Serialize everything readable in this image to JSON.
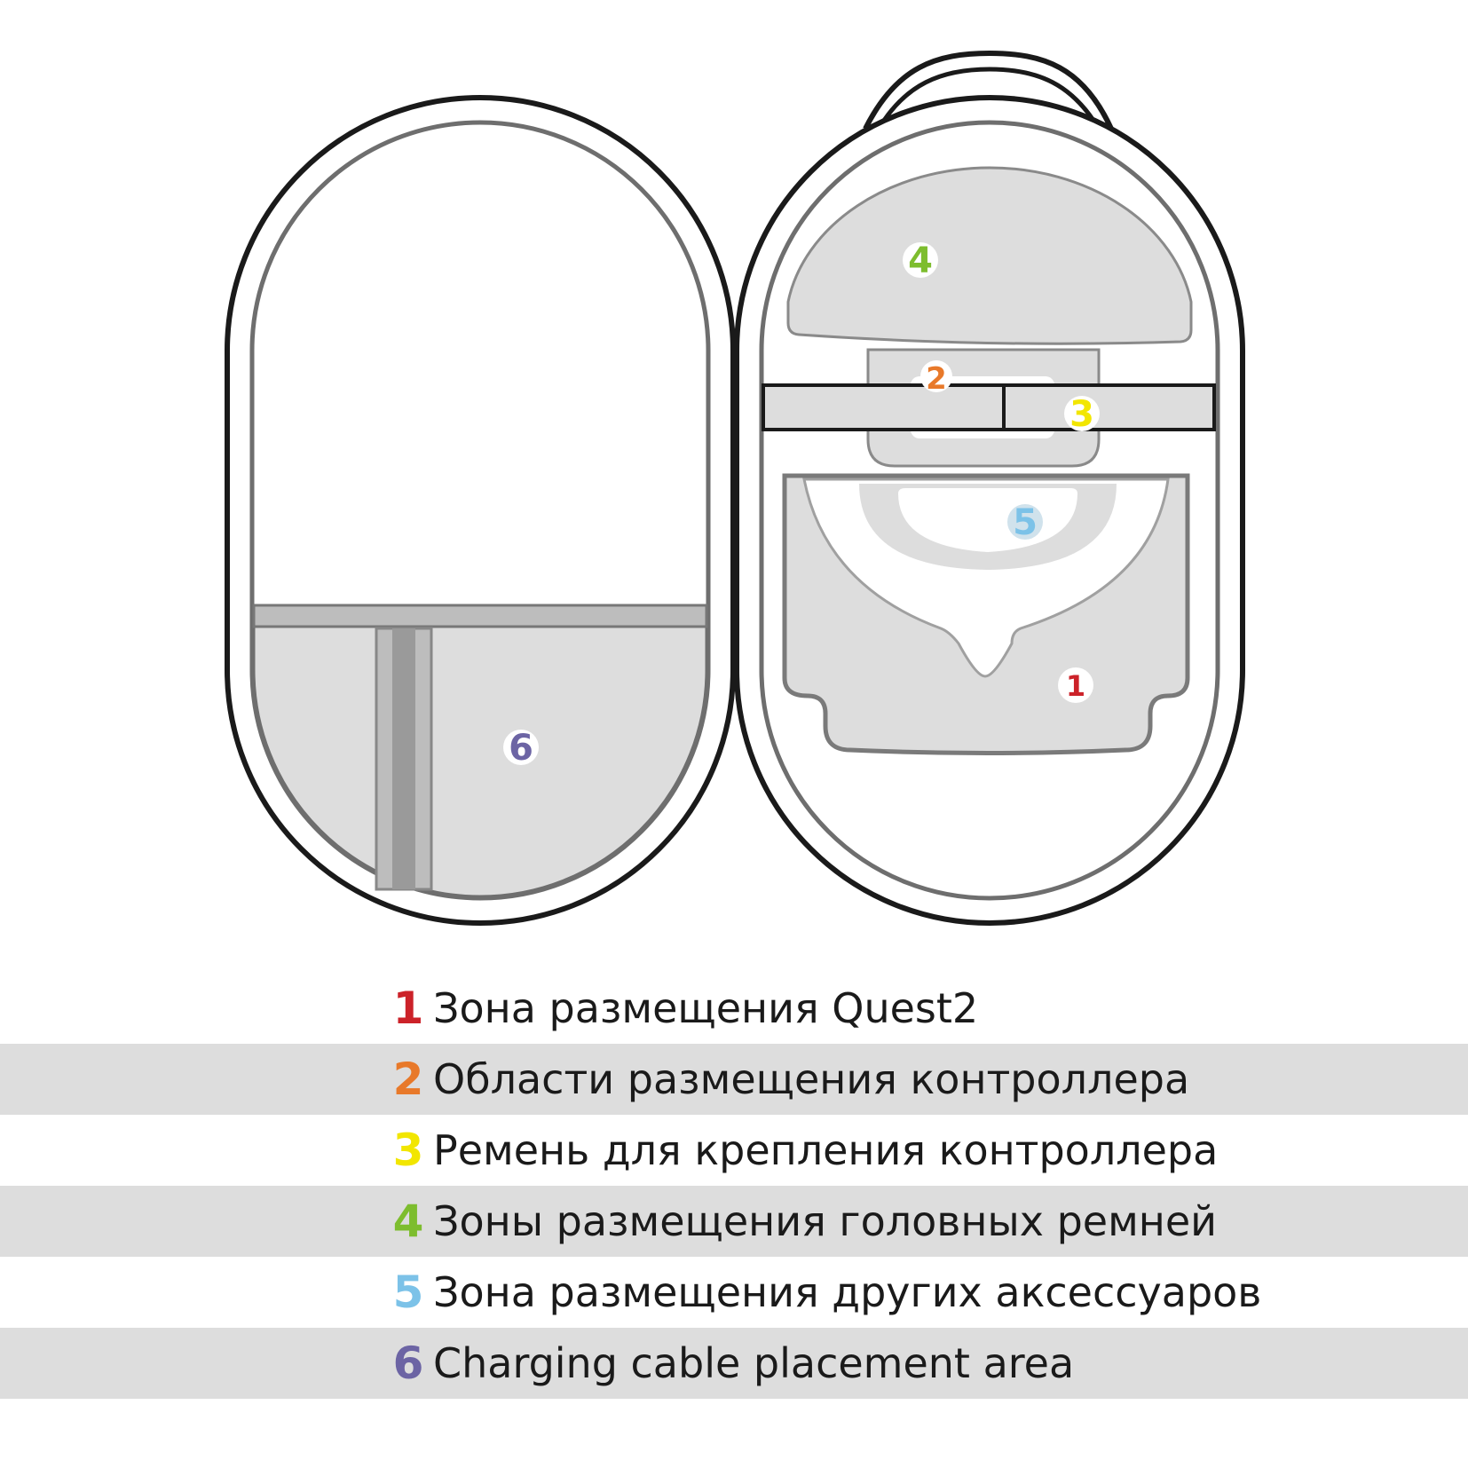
{
  "colors": {
    "outline": "#1a1a1a",
    "inner_outline": "#6e6e6e",
    "panel_fill": "#dddddd",
    "band_fill": "#bdbdbd",
    "dark_band": "#9a9a9a",
    "row_shade": "#dddddd"
  },
  "legend": [
    {
      "num": "1",
      "color": "#cc2229",
      "text": "Зона размещения Quest2"
    },
    {
      "num": "2",
      "color": "#e8792a",
      "text": "Области размещения контроллера"
    },
    {
      "num": "3",
      "color": "#f2e600",
      "text": "Ремень для крепления контроллера"
    },
    {
      "num": "4",
      "color": "#7dbd2e",
      "text": "Зоны размещения головных ремней"
    },
    {
      "num": "5",
      "color": "#7cc2e8",
      "text": "Зона размещения других аксессуаров"
    },
    {
      "num": "6",
      "color": "#6c64a4",
      "text": "Charging cable placement area"
    }
  ]
}
